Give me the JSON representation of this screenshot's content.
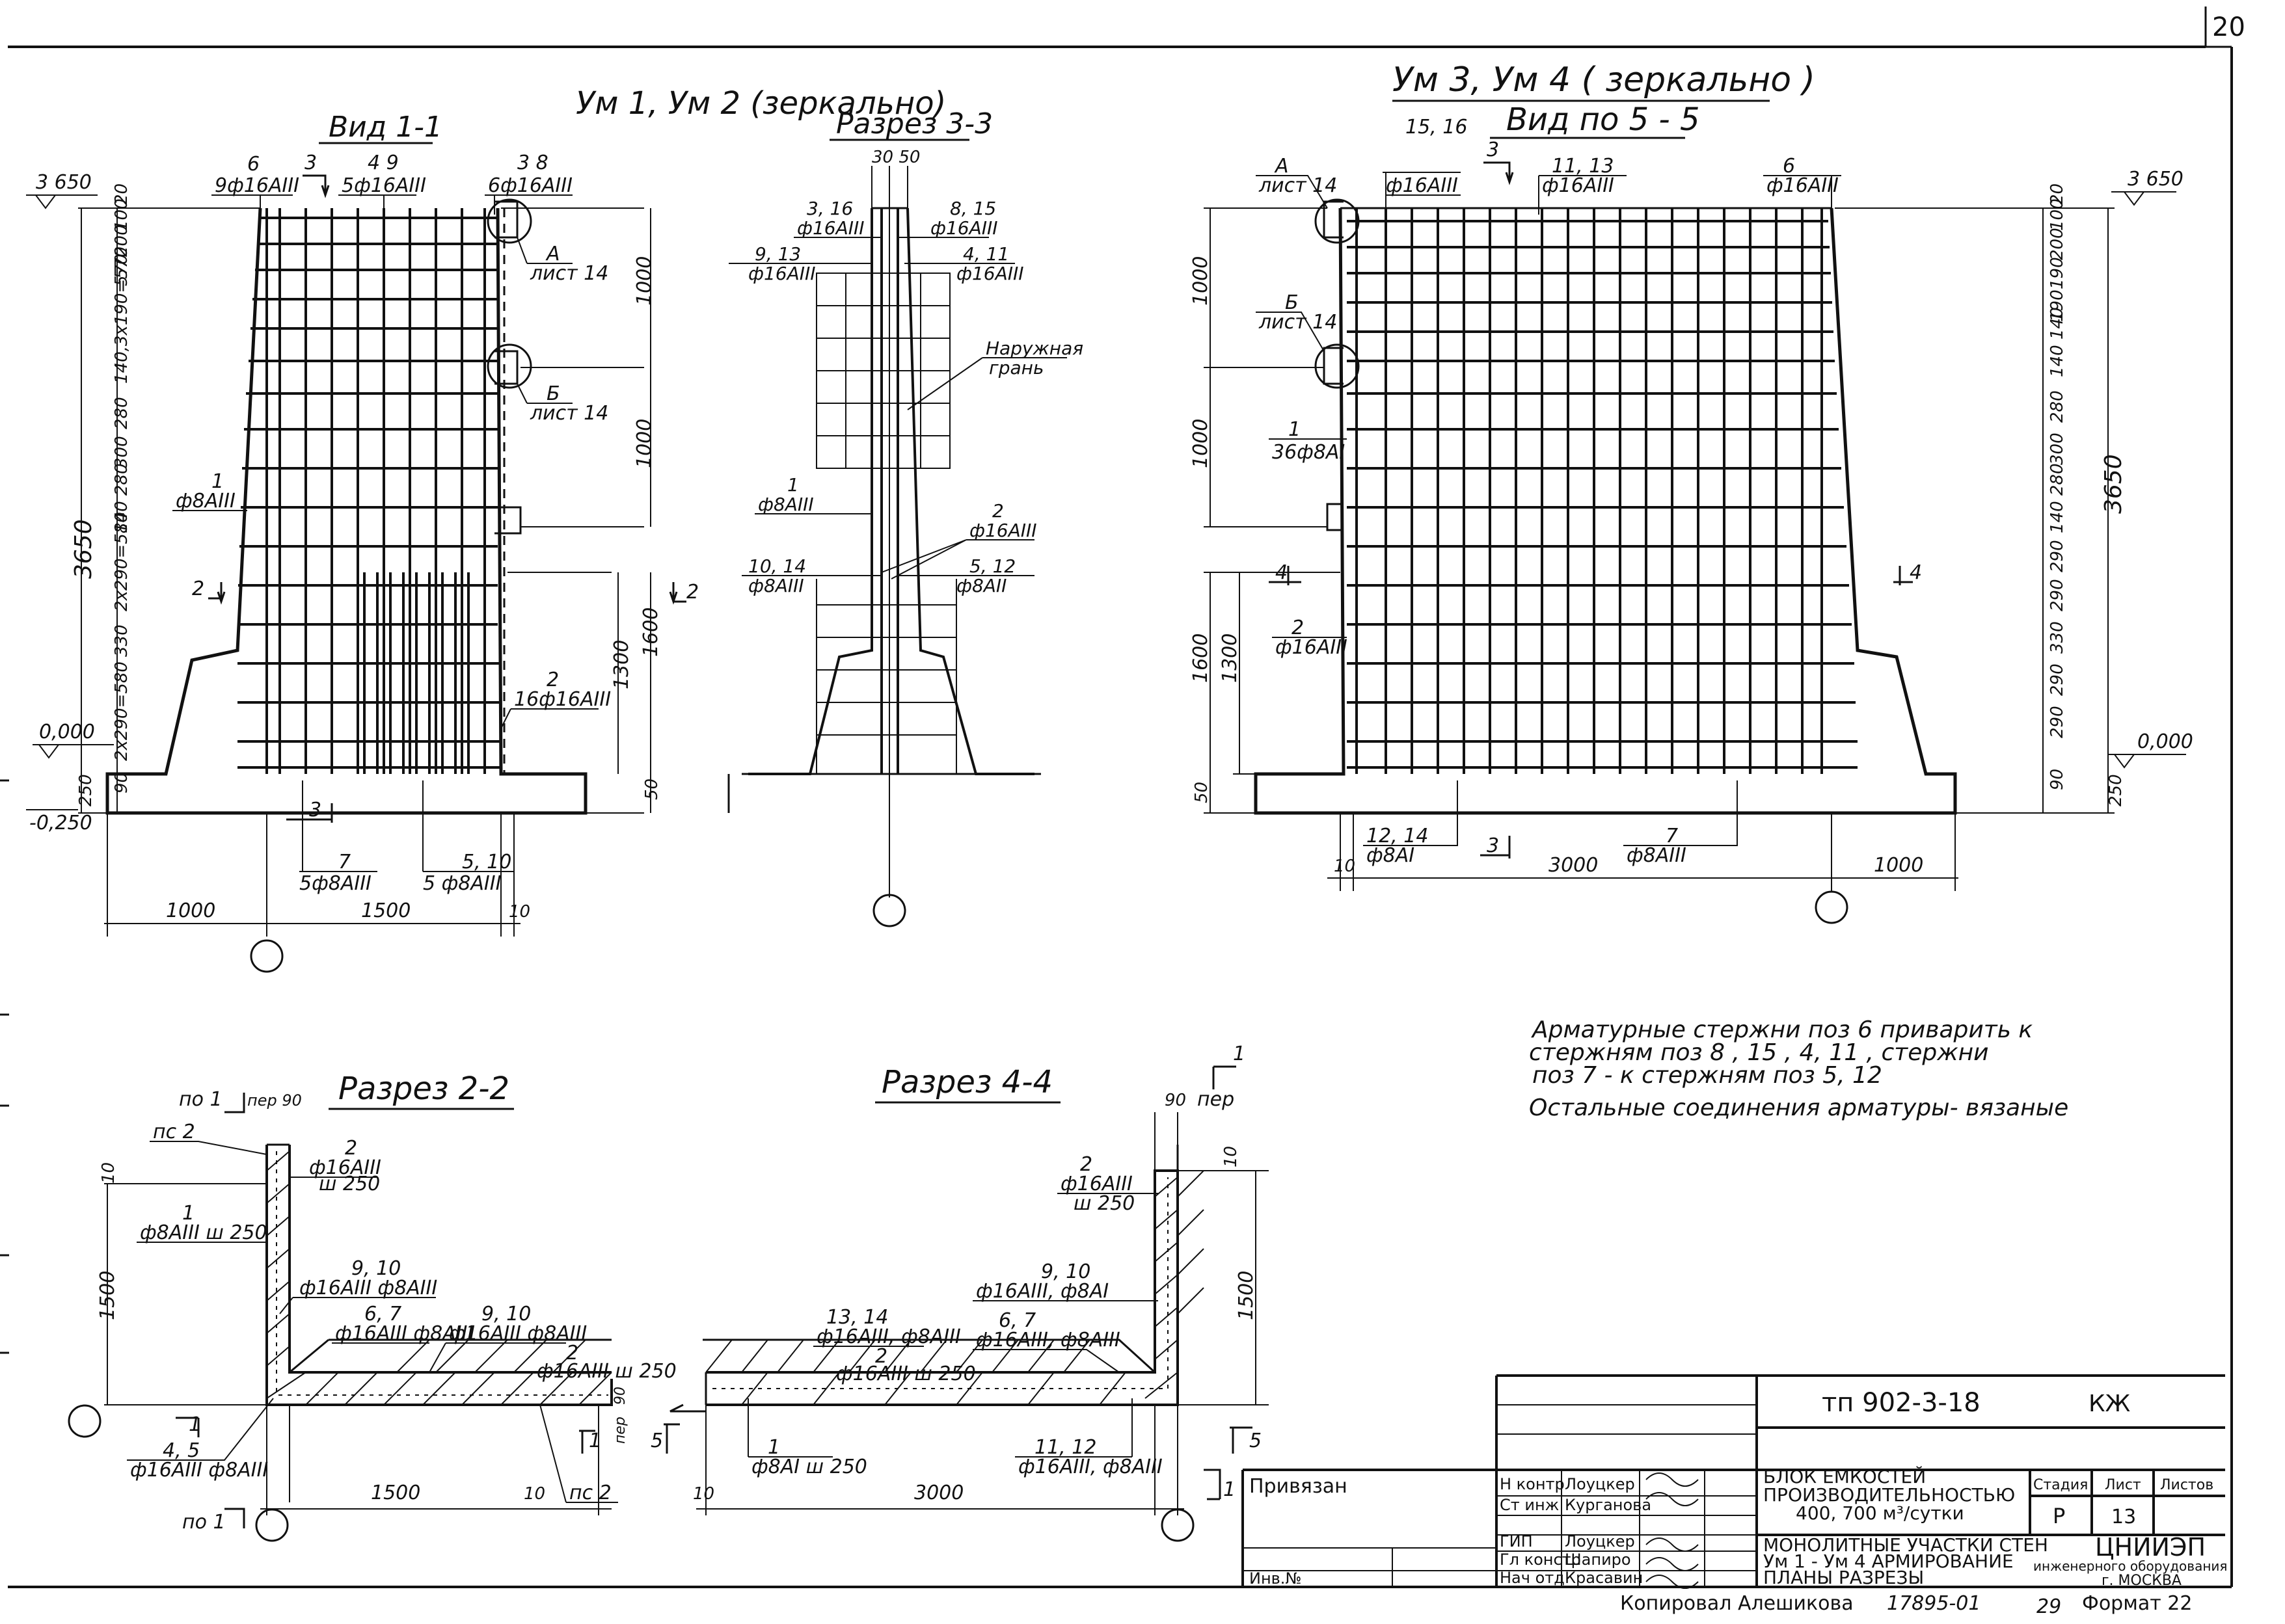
{
  "sheet": {
    "corner": "20"
  },
  "headers": {
    "um12": "Ум 1, Ум 2 (зеркально)",
    "vid11": "Вид 1-1",
    "razrez33": "Разрез 3-3",
    "um34": "Ум 3, Ум 4 ( зеркально )",
    "vid55": "Вид по 5 - 5",
    "razrez22": "Разрез 2-2",
    "razrez44": "Разрез 4-4"
  },
  "view11": {
    "elev_top": "3 650",
    "elev_zero": "0,000",
    "elev_bottom": "-0,250",
    "height_total": "3650",
    "dims_left": [
      "20",
      "100",
      "200",
      "570",
      "140,3x190=570",
      "280",
      "300",
      "140 280",
      "2x290=580",
      "330",
      "2x290=580",
      "90",
      "250"
    ],
    "dims_right": [
      "1000",
      "1000",
      "1600",
      "1300",
      "50"
    ],
    "bottom_dims": [
      "1000",
      "1500",
      "10"
    ],
    "callouts": {
      "c6": "6",
      "c6b": "9ф16АIII",
      "c3": "3",
      "c49": "4 9",
      "c49b": "5ф16АIII",
      "c38": "3 8",
      "c38b": "6ф16АIII",
      "cA": "А",
      "cAs": "лист 14",
      "cB": "Б",
      "cBs": "лист 14",
      "c1": "1",
      "c1b": "ф8АIII",
      "c2l": "2",
      "c2r": "2",
      "c2": "2",
      "c2b": "16ф16АIII",
      "c3b": "3",
      "c7": "7",
      "c7b": "5ф8АIII",
      "c510": "5, 10",
      "c510b": "5 ф8АIII"
    }
  },
  "section33": {
    "top_dim": "30 50",
    "labels": [
      "3, 16",
      "ф16АIII",
      "8, 15",
      "ф16АIII",
      "9, 13",
      "ф16АIII",
      "4, 11",
      "ф16АIII",
      "Наружная",
      "грань",
      "1",
      "ф8АIII",
      "2",
      "ф16АIII",
      "10, 14",
      "ф8АIII",
      "5, 12",
      "ф8АII"
    ]
  },
  "view55": {
    "elev_top": "3 650",
    "elev_zero": "0,000",
    "height_total": "3650",
    "dims_left": [
      "1000",
      "1000",
      "1600",
      "1300",
      "50"
    ],
    "dims_right": [
      "20",
      "100",
      "200",
      "190",
      "190",
      "140 140",
      "280",
      "300",
      "140 280",
      "290",
      "290",
      "330",
      "290",
      "290",
      "90",
      "250"
    ],
    "bottom_dims": [
      "10",
      "3000",
      "1000"
    ],
    "callouts": {
      "cA": "А",
      "cAs": "лист 14",
      "c1516": "15, 16",
      "c1516b": "ф16АIII",
      "c3": "3",
      "c1113": "11, 13",
      "c1113b": "ф16АIII",
      "c6": "6",
      "c6b": "ф16АIII",
      "cB": "Б",
      "cBs": "лист 14",
      "c1": "1",
      "c1b": "36ф8АI",
      "c4l": "4",
      "c4r": "4",
      "c2": "2",
      "c2b": "ф16АIII",
      "c1214": "12, 14",
      "c1214b": "ф8АI",
      "c3b": "3",
      "c7": "7",
      "c7b": "ф8АIII"
    }
  },
  "section22": {
    "labels": {
      "po1top": "по 1",
      "per90": "пер 90",
      "ps2": "пс 2",
      "d10": "10",
      "c2": "2",
      "c2b": "ф16АIII",
      "c2c": "ш 250",
      "c1": "1",
      "c1b": "ф8АIII ш 250",
      "d1500": "1500",
      "c910": "9, 10",
      "c910b": "ф16АIII ф8АIII",
      "c67": "6, 7",
      "c67b": "ф16АIII ф8АIII",
      "c910r": "9, 10",
      "c910rb": "ф16АIII ф8АIII",
      "c2r": "2",
      "c2rb": "ф16АIII ш 250",
      "d90": "90",
      "per": "пер",
      "c45": "4, 5",
      "c45b": "ф16АIII ф8АIII",
      "b1500": "1500",
      "b10": "10",
      "bps2": "пс 2",
      "po1bot": "по 1",
      "mk1": "1",
      "mk1b": "1",
      "mk5": "5"
    }
  },
  "section44": {
    "labels": {
      "m1top": "1",
      "d90": "90",
      "per": "пер",
      "c2": "2",
      "c2b": "ф16АIII",
      "c2c": "ш 250",
      "d10": "10",
      "c910": "9, 10",
      "c910b": "ф16АIII, ф8АI",
      "c67": "6, 7",
      "c67b": "ф16АIII, ф8АIII",
      "c1314": "13, 14",
      "c1314b": "ф16АIII, ф8АIII",
      "c2m": "2",
      "c2mb": "ф16АIII ш 250",
      "d1500": "1500",
      "c1": "1",
      "c1b": "ф8АI ш 250",
      "c1112": "11, 12",
      "c1112b": "ф16АIII, ф8АIII",
      "b10": "10",
      "b3000": "3000",
      "m5": "5",
      "m1bot": "1"
    }
  },
  "notes": [
    "Арматурные     стержни  поз 6   приварить    к",
    "стержням     поз   8 , 15 ,  4,  11 ,  стержни",
    "поз 7 -  к  стержням       поз    5,  12",
    "Остальные   соединения    арматуры- вязаные"
  ],
  "title_block": {
    "doc_code": "тп  902-3-18",
    "mark": "КЖ",
    "privyazan": "Привязан",
    "inv": "Инв.№",
    "roles": [
      {
        "role": "Н контр",
        "name": "Лоуцкер"
      },
      {
        "role": "Ст инж",
        "name": "Курганова"
      },
      {
        "role": "ГИП",
        "name": "Лоуцкер"
      },
      {
        "role": "Гл констр",
        "name": "Шапиро"
      },
      {
        "role": "Нач отд",
        "name": "Красавин"
      }
    ],
    "title1": [
      "БЛОК  ЕМКОСТЕЙ",
      "ПРОИЗВОДИТЕЛЬНОСТЬЮ",
      "400, 700 м³/сутки"
    ],
    "title2": [
      "МОНОЛИТНЫЕ УЧАСТКИ СТЕН",
      "Ум 1 - Ум 4 АРМИРОВАНИЕ",
      "ПЛАНЫ  РАЗРЕЗЫ"
    ],
    "stage_h": "Стадия",
    "sheet_h": "Лист",
    "sheets_h": "Листов",
    "stage": "Р",
    "sheet_no": "13",
    "org": "ЦНИИЭП",
    "org2": "инженерного оборудования",
    "city": "г. МОСКВА"
  },
  "footer": {
    "copied": "Копировал  Алешикова",
    "num": "17895-01",
    "page": "29",
    "format": "Формат 22"
  }
}
